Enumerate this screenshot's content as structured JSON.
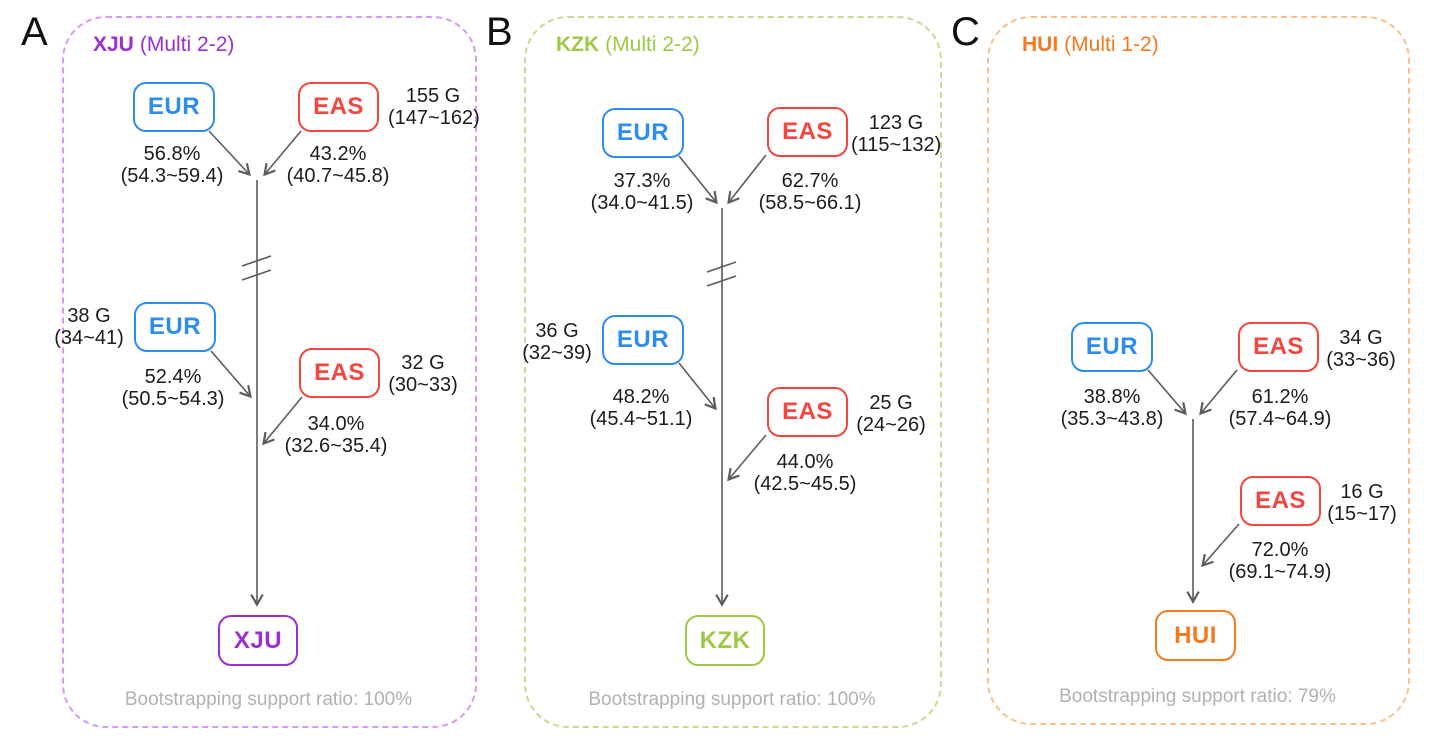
{
  "panels": [
    {
      "letter": "A",
      "population": "XJU",
      "model": "(Multi 2-2)",
      "target": "XJU",
      "bootstrap_text": "Bootstrapping support ratio: 100%",
      "accent_color": "#9b2fd0",
      "frame_color": "#d79af2",
      "pulse1": {
        "left_source": "EUR",
        "right_source": "EAS",
        "generations": "155 G",
        "generations_ci": "(147~162)",
        "left_pct": "56.8%",
        "left_pct_ci": "(54.3~59.4)",
        "right_pct": "43.2%",
        "right_pct_ci": "(40.7~45.8)"
      },
      "pulse2": {
        "source": "EUR",
        "generations": "38 G",
        "generations_ci": "(34~41)",
        "pct": "52.4%",
        "pct_ci": "(50.5~54.3)"
      },
      "pulse3": {
        "source": "EAS",
        "generations": "32 G",
        "generations_ci": "(30~33)",
        "pct": "34.0%",
        "pct_ci": "(32.6~35.4)"
      }
    },
    {
      "letter": "B",
      "population": "KZK",
      "model": "(Multi 2-2)",
      "target": "KZK",
      "bootstrap_text": "Bootstrapping support ratio: 100%",
      "accent_color": "#9fc845",
      "frame_color": "#c3dc92",
      "pulse1": {
        "left_source": "EUR",
        "right_source": "EAS",
        "generations": "123 G",
        "generations_ci": "(115~132)",
        "left_pct": "37.3%",
        "left_pct_ci": "(34.0~41.5)",
        "right_pct": "62.7%",
        "right_pct_ci": "(58.5~66.1)"
      },
      "pulse2": {
        "source": "EUR",
        "generations": "36 G",
        "generations_ci": "(32~39)",
        "pct": "48.2%",
        "pct_ci": "(45.4~51.1)"
      },
      "pulse3": {
        "source": "EAS",
        "generations": "25 G",
        "generations_ci": "(24~26)",
        "pct": "44.0%",
        "pct_ci": "(42.5~45.5)"
      }
    },
    {
      "letter": "C",
      "population": "HUI",
      "model": "(Multi 1-2)",
      "target": "HUI",
      "bootstrap_text": "Bootstrapping support ratio: 79%",
      "accent_color": "#f5791d",
      "frame_color": "#f9c08b",
      "pulse1": {
        "left_source": "EUR",
        "right_source": "EAS",
        "generations": "34 G",
        "generations_ci": "(33~36)",
        "left_pct": "38.8%",
        "left_pct_ci": "(35.3~43.8)",
        "right_pct": "61.2%",
        "right_pct_ci": "(57.4~64.9)"
      },
      "pulse2": {
        "source": "EAS",
        "generations": "16 G",
        "generations_ci": "(15~17)",
        "pct": "72.0%",
        "pct_ci": "(69.1~74.9)"
      }
    }
  ],
  "colors": {
    "eur_blue": "#2e8cf0",
    "eas_red": "#f4453e",
    "xju_purple": "#9b2fd0",
    "kzk_green": "#9fc845",
    "hui_orange": "#f5791d",
    "arrow_gray": "#5c5c5c",
    "bootstrap_gray": "#b1b1b1"
  }
}
